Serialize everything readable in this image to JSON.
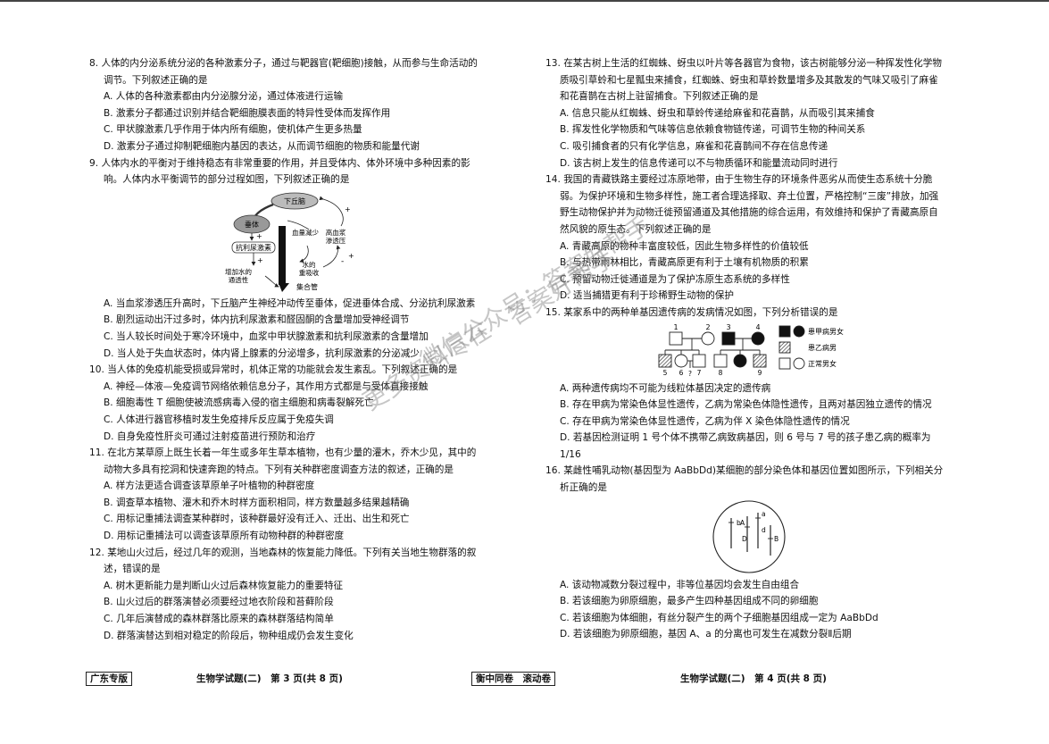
{
  "left_column": {
    "q8": {
      "stem": "8. 人体的内分泌系统分泌的各种激素分子，通过与靶器官(靶细胞)接触，从而参与生命活动的调节。下列叙述正确的是",
      "options": [
        "A. 人体的各种激素都由内分泌腺分泌，通过体液进行运输",
        "B. 激素分子都通过识别并结合靶细胞膜表面的特异性受体而发挥作用",
        "C. 甲状腺激素几乎作用于体内所有细胞，使机体产生更多热量",
        "D. 激素分子通过抑制靶细胞内基因的表达，从而调节细胞的物质和能量代谢"
      ]
    },
    "q9": {
      "stem": "9. 人体内水的平衡对于维持稳态有非常重要的作用，并且受体内、体外环境中多种因素的影响。人体内水平衡调节的部分过程如图，下列叙述正确的是",
      "figure": {
        "hypothalamus": "下丘脑",
        "pituitary": "垂体",
        "adh": "抗利尿激素",
        "plus1": "+",
        "plus2": "+",
        "plus3": "+",
        "plus4": "+",
        "minus1": "-",
        "blood_drop": "血量减少",
        "osmo_l1": "高血浆",
        "osmo_l2": "渗透压",
        "absorb_l1": "水的",
        "absorb_l2": "重吸收",
        "perm_l1": "增加水的",
        "perm_l2": "通透性",
        "duct": "集合管"
      },
      "options": [
        "A. 当血浆渗透压升高时，下丘脑产生神经冲动传至垂体，促进垂体合成、分泌抗利尿激素",
        "B. 剧烈运动出汗过多时，体内抗利尿激素和醛固酮的含量增加受神经调节",
        "C. 当人较长时间处于寒冷环境中，血浆中甲状腺激素和抗利尿激素的含量增加",
        "D. 当人处于失血状态时，体内肾上腺素的分泌增多，抗利尿激素的分泌减少"
      ]
    },
    "q10": {
      "stem": "10. 当人体的免疫机能受损或异常时，机体正常的功能就会发生紊乱。下列叙述正确的是",
      "options": [
        "A. 神经—体液—免疫调节网络依赖信息分子，其作用方式都是与受体直接接触",
        "B. 细胞毒性 T 细胞使被流感病毒入侵的宿主细胞和病毒裂解死亡",
        "C. 人体进行器官移植时发生免疫排斥反应属于免疫失调",
        "D. 自身免疫性肝炎可通过注射疫苗进行预防和治疗"
      ]
    },
    "q11": {
      "stem": "11. 在北方某草原上既生长着一年生或多年生草本植物，也有少量的灌木，乔木少见，其中的动物大多具有挖洞和快速奔跑的特点。下列有关种群密度调查方法的叙述，正确的是",
      "options": [
        "A. 样方法更适合调查该草原单子叶植物的种群密度",
        "B. 调查草本植物、灌木和乔木时样方面积相同，样方数量越多结果越精确",
        "C. 用标记重捕法调查某种群时，该种群最好没有迁入、迁出、出生和死亡",
        "D. 用标记重捕法可以调查该草原所有动物种群的种群密度"
      ]
    },
    "q12": {
      "stem": "12. 某地山火过后，经过几年的观测，当地森林的恢复能力降低。下列有关当地生物群落的叙述，错误的是",
      "options": [
        "A. 树木更新能力是判断山火过后森林恢复能力的重要特征",
        "B. 山火过后的群落演替必须要经过地衣阶段和苔藓阶段",
        "C. 几年后演替成的森林群落比原来的森林群落结构简单",
        "D. 群落演替达到相对稳定的阶段后，物种组成仍会发生变化"
      ]
    }
  },
  "right_column": {
    "q13": {
      "stem": "13. 在某古树上生活的红蜘蛛、蚜虫以叶片等各器官为食物，该古树能够分泌一种挥发性化学物质吸引草蛉和七星瓢虫来捕食，红蜘蛛、蚜虫和草蛉数量增多及其散发的气味又吸引了麻雀和花喜鹊在古树上驻留捕食。下列叙述正确的是",
      "options": [
        "A. 信息只能从红蜘蛛、蚜虫和草蛉传递给麻雀和花喜鹊，从而吸引其来捕食",
        "B. 挥发性化学物质和气味等信息依赖食物链传递，可调节生物的种间关系",
        "C. 吸引捕食者的只有化学信息，麻雀和花喜鹊间不存在信息传递",
        "D. 该古树上发生的信息传递可以不与物质循环和能量流动同时进行"
      ]
    },
    "q14": {
      "stem": "14. 我国的青藏铁路主要经过冻原地带，由于生物生存的环境条件恶劣从而使生态系统十分脆弱。为保护环境和生物多样性，施工者合理选择取、弃土位置，严格控制“三废”排放，加强野生动物保护并为动物迁徙预留通道及其他措施的综合运用，有效维持和保护了青藏高原自然风貌的原生态。下列叙述正确的是",
      "options": [
        "A. 青藏高原的物种丰富度较低，因此生物多样性的价值较低",
        "B. 与热带雨林相比，青藏高原更有利于土壤有机物质的积累",
        "C. 预留动物迁徙通道是为了保护冻原生态系统的多样性",
        "D. 适当捕猎更有利于珍稀野生动物的保护"
      ]
    },
    "q15": {
      "stem": "15. 某家系中的两种单基因遗传病的发病情况如图，下列分析错误的是",
      "figure": {
        "legend_a": "患甲病男女",
        "legend_b": "患乙病男",
        "legend_c": "正常男女",
        "nums_top": [
          "1",
          "2",
          "3",
          "4"
        ],
        "nums_bottom": [
          "5",
          "6",
          "7",
          "8",
          "9"
        ],
        "num_q": "?"
      },
      "options": [
        "A. 两种遗传病均不可能为线粒体基因决定的遗传病",
        "B. 存在甲病为常染色体显性遗传，乙病为常染色体隐性遗传，且两对基因独立遗传的情况",
        "C. 存在甲病为常染色体显性遗传，乙病为伴 X 染色体隐性遗传的情况",
        "D. 若基因检测证明 1 号个体不携带乙病致病基因，则 6 号与 7 号的孩子患乙病的概率为 1/16"
      ]
    },
    "q16": {
      "stem": "16. 某雌性哺乳动物(基因型为 AaBbDd)某细胞的部分染色体和基因位置如图所示，下列相关分析正确的是",
      "figure": {
        "gene_b_lower": "b",
        "gene_A": "A",
        "gene_a": "a",
        "gene_d": "d",
        "gene_D": "D",
        "gene_B": "B"
      },
      "options": [
        "A. 该动物减数分裂过程中，非等位基因均会发生自由组合",
        "B. 若该细胞为卵原细胞，最多产生四种基因组成不同的卵细胞",
        "C. 若该细胞为体细胞，有丝分裂产生的两个子细胞基因组成一定为 AaBbDd",
        "D. 若该细胞为卵原细胞，基因 A、a 的分离也可发生在减数分裂Ⅱ后期"
      ]
    }
  },
  "footer": {
    "left_tag": "广东专版",
    "left_page": "生物学试题(二)　第 3 页(共 8 页)",
    "mid_tag": "衡中同卷　滚动卷",
    "right_page": "生物学试题(二)　第 4 页(共 8 页)"
  },
  "watermarks": {
    "w1": "更多资料尽在",
    "w2": "答案好帮手",
    "w3": "微信公众号：答案好帮手"
  }
}
